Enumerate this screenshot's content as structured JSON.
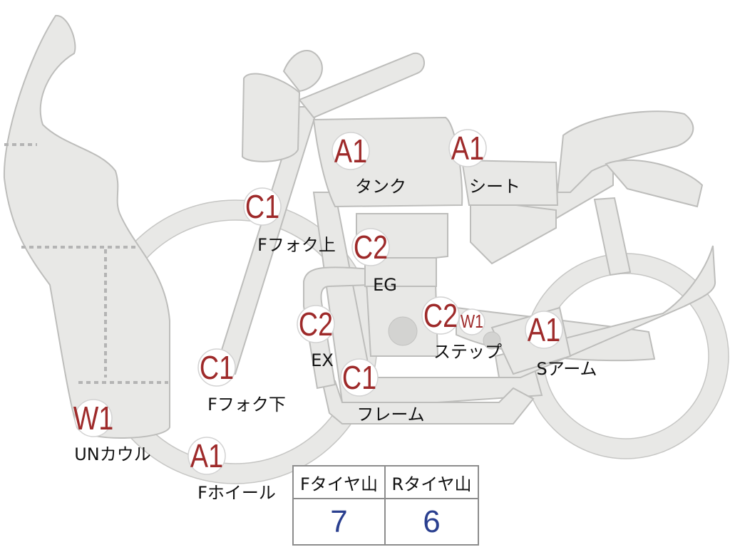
{
  "parts": [
    {
      "key": "tank",
      "grade": "A1",
      "label": "タンク"
    },
    {
      "key": "seat",
      "grade": "A1",
      "label": "シート"
    },
    {
      "key": "fork_upper",
      "grade": "C1",
      "label": "Fフォク上"
    },
    {
      "key": "engine",
      "grade": "C2",
      "label": "EG"
    },
    {
      "key": "exhaust",
      "grade": "C2",
      "label": "EX"
    },
    {
      "key": "step",
      "grade": "C2",
      "grade2": "W1",
      "label": "ステップ"
    },
    {
      "key": "swing_arm",
      "grade": "A1",
      "label": "Sアーム"
    },
    {
      "key": "fork_lower",
      "grade": "C1",
      "label": "Fフォク下"
    },
    {
      "key": "frame",
      "grade": "C1",
      "label": "フレーム"
    },
    {
      "key": "under_cowl",
      "grade": "W1",
      "label": "UNカウル"
    },
    {
      "key": "front_wheel",
      "grade": "A1",
      "label": "Fホイール"
    }
  ],
  "tires": {
    "front_label": "Fタイヤ山",
    "front_value": "7",
    "rear_label": "Rタイヤ山",
    "rear_value": "6"
  }
}
